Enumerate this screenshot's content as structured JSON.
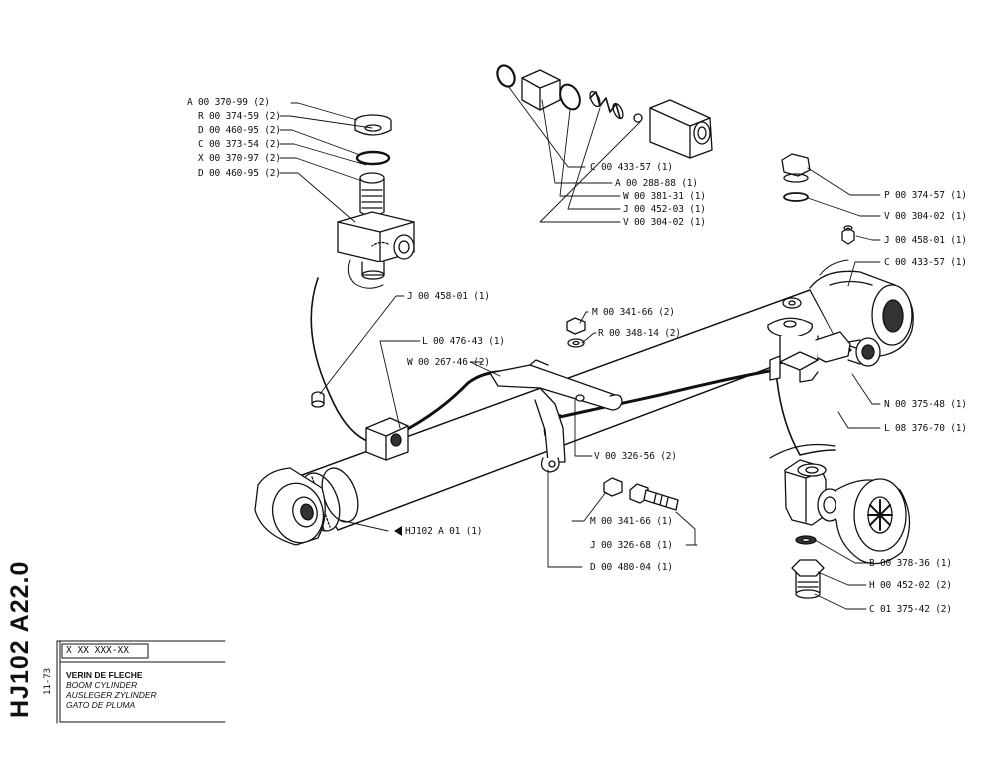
{
  "drawing": {
    "code": "HJ102 A22.0",
    "date": "11-73",
    "ref_box": "X XX XXX-XX",
    "titles": {
      "fr": "VERIN DE FLECHE",
      "en": "BOOM CYLINDER",
      "de": "AUSLEGER ZYLINDER",
      "es": "GATO DE PLUMA"
    },
    "main_ref": "HJ102 A 01 (1)"
  },
  "labels": {
    "a_370_99": "A 00 370-99 (2)",
    "r_374_59": "R 00 374-59 (2)",
    "d_460_95a": "D 00 460-95 (2)",
    "c_373_54": "C 00 373-54 (2)",
    "x_370_97": "X 00 370-97 (2)",
    "d_460_95b": "D 00 460-95 (2)",
    "j_458_01a": "J 00 458-01 (1)",
    "l_476_43": "L 00 476-43 (1)",
    "w_267_46": "W 00 267-46 (2)",
    "c_433_57a": "C 00 433-57 (1)",
    "a_288_88": "A 00 288-88 (1)",
    "w_381_31": "W 00 381-31 (1)",
    "j_452_03": "J 00 452-03 (1)",
    "v_304_02a": "V 00 304-02 (1)",
    "m_341_66a": "M 00 341-66 (2)",
    "r_348_14": "R 00 348-14 (2)",
    "p_374_57": "P 00 374-57 (1)",
    "v_304_02b": "V 00 304-02 (1)",
    "j_458_01b": "J 00 458-01 (1)",
    "c_433_57b": "C 00 433-57 (1)",
    "n_375_48": "N 00 375-48 (1)",
    "l_376_70": "L 08 376-70 (1)",
    "v_326_56": "V 00 326-56 (2)",
    "m_341_66b": "M 00 341-66 (1)",
    "j_326_68": "J 00 326-68 (1)",
    "d_480_04": "D 00 480-04 (1)",
    "b_378_36": "B 00 378-36 (1)",
    "h_452_02": "H 00 452-02 (2)",
    "c_375_42": "C 01 375-42 (2)"
  }
}
